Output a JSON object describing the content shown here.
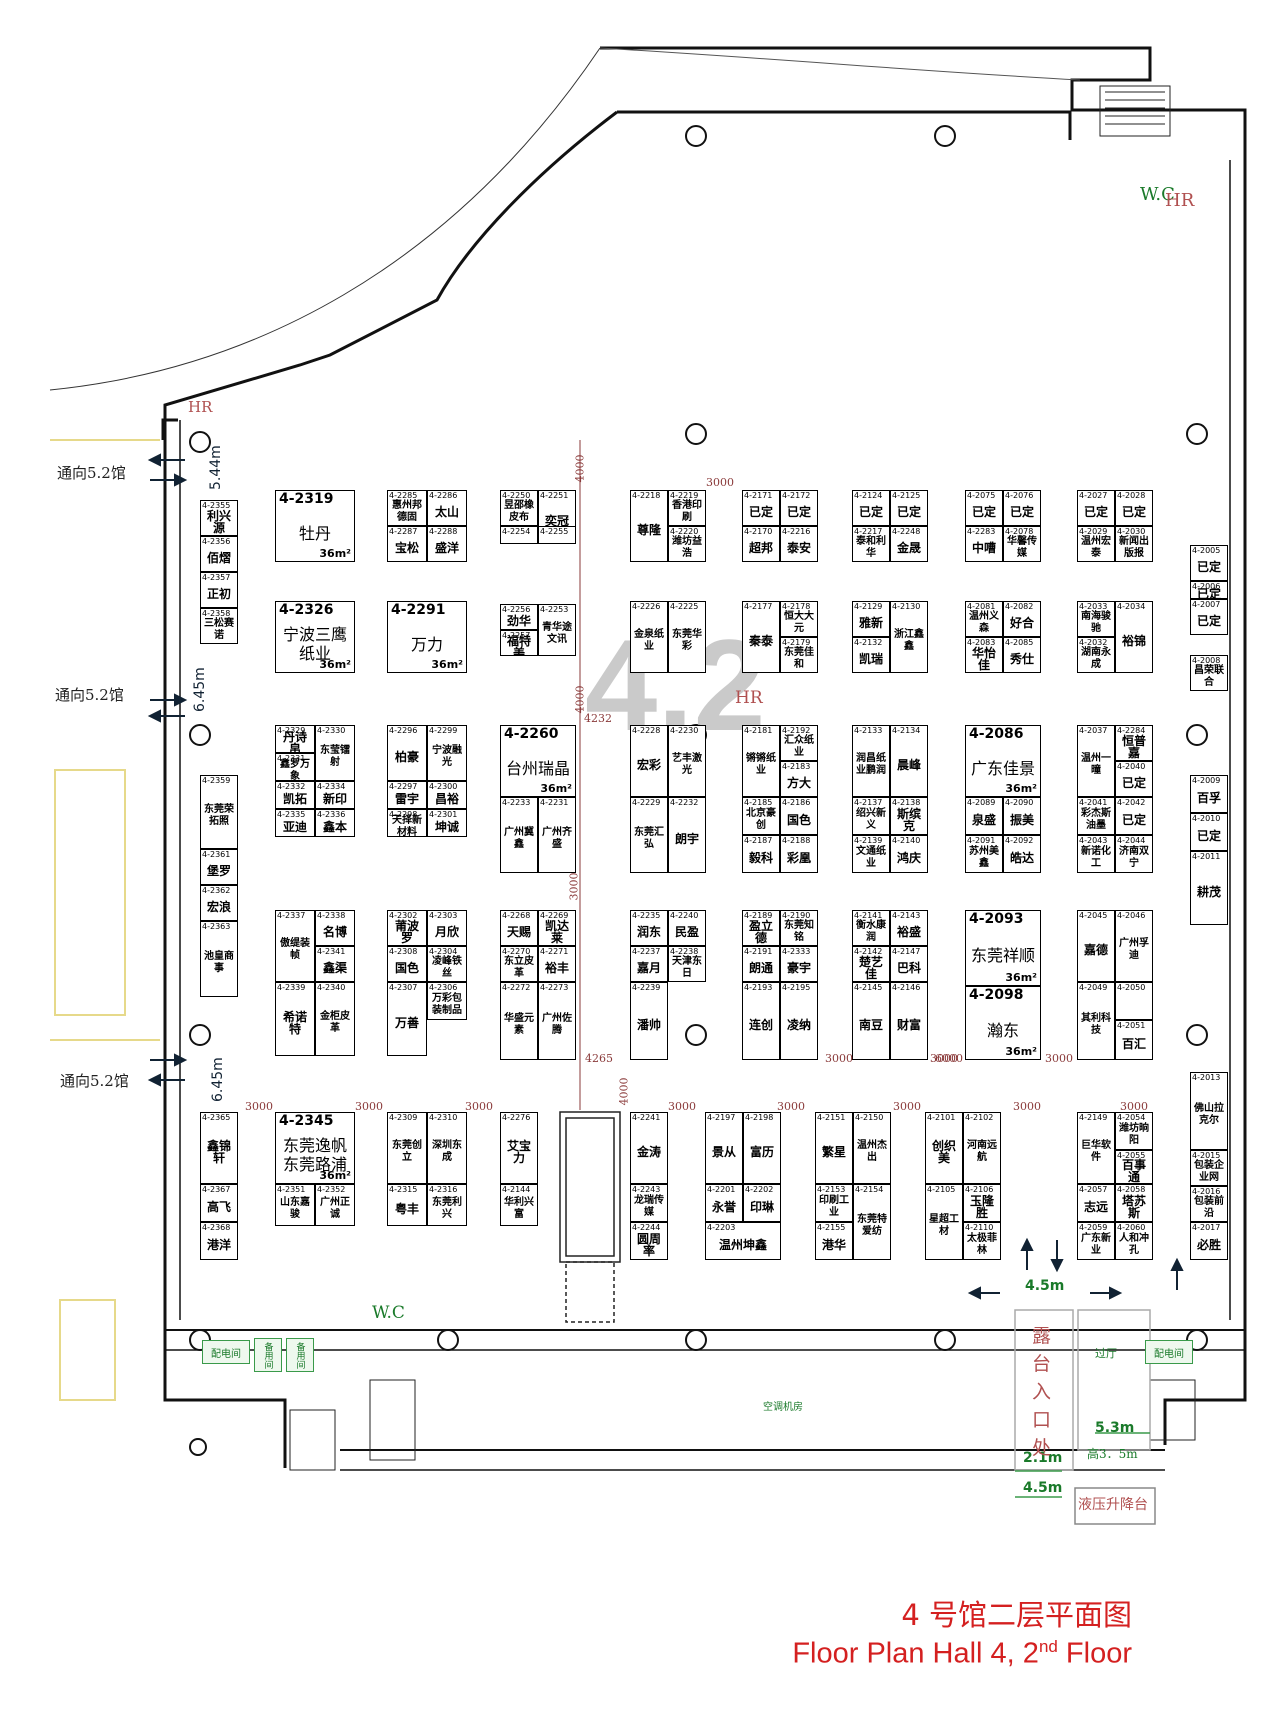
{
  "title": {
    "cn": "4 号馆二层平面图",
    "en_prefix": "Floor Plan Hall 4, 2",
    "en_sup": "nd",
    "en_suffix": " Floor"
  },
  "hall_label": "4.2",
  "passage_labels": [
    "通向5.2馆",
    "通向5.2馆",
    "通向5.2馆"
  ],
  "measurements": {
    "left_1": "5.44m",
    "left_2": "6.45m",
    "left_3": "6.45m",
    "terrace_width": "4.5m",
    "entrance_1": "5.3m",
    "entrance_height": "高3．5m",
    "entrance_2": "2.1m",
    "entrance_3": "4.5m"
  },
  "rooms": {
    "wc_top": "W.C",
    "hr_top": "HR",
    "hr_left": "HR",
    "hr_center": "HR",
    "wc_bottom": "W.C",
    "power_left": "配电间",
    "spare_1": "备用间",
    "spare_2": "备用间",
    "power_right": "配电间",
    "aircon": "空调机房",
    "terrace_entrance": "露台入口处",
    "lobby": "过厅",
    "lift": "液压升降台"
  },
  "dimensions": [
    "3000",
    "4000",
    "4232",
    "4000",
    "3000",
    "4265",
    "4000",
    "3000",
    "3000",
    "3000",
    "3000",
    "3000",
    "3000",
    "3000",
    "3000",
    "6000",
    "3000",
    "3000",
    "3000"
  ],
  "booths": [
    {
      "id": "4-2319",
      "name": "牡丹",
      "area": "36m²"
    },
    {
      "id": "4-2326",
      "name": "宁波三鹰纸业",
      "area": "36m²"
    },
    {
      "id": "4-2291",
      "name": "万力",
      "area": "36m²"
    },
    {
      "id": "4-2285",
      "name": "惠州邦德固"
    },
    {
      "id": "4-2286",
      "name": "太山"
    },
    {
      "id": "4-2287",
      "name": "宝松"
    },
    {
      "id": "4-2288",
      "name": "盛洋"
    },
    {
      "id": "4-2250",
      "name": "昱邵橡皮布"
    },
    {
      "id": "4-2251",
      "name": "奕冠"
    },
    {
      "id": "4-2254",
      "name": ""
    },
    {
      "id": "4-2255",
      "name": ""
    },
    {
      "id": "4-2256",
      "name": "劲华"
    },
    {
      "id": "4-2257",
      "name": "福特美"
    },
    {
      "id": "4-2253",
      "name": "青华途文讯"
    },
    {
      "id": "4-2218",
      "name": "尊隆"
    },
    {
      "id": "4-2219",
      "name": "香港印刷"
    },
    {
      "id": "4-2220",
      "name": "潍坊益浩"
    },
    {
      "id": "4-2171",
      "name": "已定"
    },
    {
      "id": "4-2172",
      "name": "已定"
    },
    {
      "id": "4-2170",
      "name": "超邦"
    },
    {
      "id": "4-2216",
      "name": "泰安"
    },
    {
      "id": "4-2124",
      "name": "已定"
    },
    {
      "id": "4-2125",
      "name": "已定"
    },
    {
      "id": "4-2217",
      "name": "泰和利华"
    },
    {
      "id": "4-2248",
      "name": "金晟"
    },
    {
      "id": "4-2075",
      "name": "已定"
    },
    {
      "id": "4-2076",
      "name": "已定"
    },
    {
      "id": "4-2283",
      "name": "中嘈"
    },
    {
      "id": "4-2078",
      "name": "华馨传媒"
    },
    {
      "id": "4-2027",
      "name": "已定"
    },
    {
      "id": "4-2028",
      "name": "已定"
    },
    {
      "id": "4-2029",
      "name": "温州宏泰"
    },
    {
      "id": "4-2030",
      "name": "新闻出版报"
    },
    {
      "id": "4-2355",
      "name": "利兴源"
    },
    {
      "id": "4-2356",
      "name": "佰熠"
    },
    {
      "id": "4-2357",
      "name": "正初"
    },
    {
      "id": "4-2358",
      "name": "三松赛诺"
    },
    {
      "id": "4-2226",
      "name": "金泉纸业"
    },
    {
      "id": "4-2225",
      "name": "东莞华彩"
    },
    {
      "id": "4-2177",
      "name": "秦泰"
    },
    {
      "id": "4-2178",
      "name": "恒大大元"
    },
    {
      "id": "4-2179",
      "name": "东莞佳和"
    },
    {
      "id": "4-2129",
      "name": "雅新"
    },
    {
      "id": "4-2130",
      "name": "浙江鑫鑫"
    },
    {
      "id": "4-2132",
      "name": "凯瑞"
    },
    {
      "id": "4-2081",
      "name": "温州义森"
    },
    {
      "id": "4-2082",
      "name": "好合"
    },
    {
      "id": "4-2083",
      "name": "华怡佳"
    },
    {
      "id": "4-2085",
      "name": "秀仕"
    },
    {
      "id": "4-2033",
      "name": "南海骏驰"
    },
    {
      "id": "4-2034",
      "name": "裕锦"
    },
    {
      "id": "4-2032",
      "name": "湖南永成"
    },
    {
      "id": "4-2005",
      "name": "已定"
    },
    {
      "id": "4-2006",
      "name": "已定"
    },
    {
      "id": "4-2007",
      "name": "已定"
    },
    {
      "id": "4-2008",
      "name": "昌荣联合"
    },
    {
      "id": "4-2329",
      "name": "丹诗帛"
    },
    {
      "id": "4-2330",
      "name": "东莹镭射"
    },
    {
      "id": "4-2331",
      "name": "鑫罗万象"
    },
    {
      "id": "4-2332",
      "name": "凯拓"
    },
    {
      "id": "4-2334",
      "name": "新印"
    },
    {
      "id": "4-2335",
      "name": "亚迪"
    },
    {
      "id": "4-2336",
      "name": "鑫本"
    },
    {
      "id": "4-2296",
      "name": "柏豪"
    },
    {
      "id": "4-2299",
      "name": "宁波融光"
    },
    {
      "id": "4-2297",
      "name": "雷宇"
    },
    {
      "id": "4-2300",
      "name": "昌裕"
    },
    {
      "id": "4-2298",
      "name": "天择新材料"
    },
    {
      "id": "4-2301",
      "name": "坤诚"
    },
    {
      "id": "4-2260",
      "name": "台州瑞晶",
      "area": "36m²"
    },
    {
      "id": "4-2233",
      "name": "广州冀鑫"
    },
    {
      "id": "4-2231",
      "name": "广州齐盛"
    },
    {
      "id": "4-2228",
      "name": "宏彩"
    },
    {
      "id": "4-2230",
      "name": "艺丰激光"
    },
    {
      "id": "4-2229",
      "name": "东莞汇弘"
    },
    {
      "id": "4-2232",
      "name": "朗宇"
    },
    {
      "id": "4-2181",
      "name": "锵锵纸业"
    },
    {
      "id": "4-2192",
      "name": "汇众纸业"
    },
    {
      "id": "4-2183",
      "name": "方大"
    },
    {
      "id": "4-2185",
      "name": "北京豪创"
    },
    {
      "id": "4-2186",
      "name": "国色"
    },
    {
      "id": "4-2187",
      "name": "毅科"
    },
    {
      "id": "4-2188",
      "name": "彩凰"
    },
    {
      "id": "4-2133",
      "name": "润昌纸业鹏润"
    },
    {
      "id": "4-2134",
      "name": "晨峰"
    },
    {
      "id": "4-2137",
      "name": "绍兴新义"
    },
    {
      "id": "4-2138",
      "name": "斯缤克"
    },
    {
      "id": "4-2139",
      "name": "文通纸业"
    },
    {
      "id": "4-2140",
      "name": "鸿庆"
    },
    {
      "id": "4-2086",
      "name": "广东佳景",
      "area": "36m²"
    },
    {
      "id": "4-2089",
      "name": "泉盛"
    },
    {
      "id": "4-2090",
      "name": "振美"
    },
    {
      "id": "4-2091",
      "name": "苏州美鑫"
    },
    {
      "id": "4-2092",
      "name": "皓达"
    },
    {
      "id": "4-2037",
      "name": "温州一曈"
    },
    {
      "id": "4-2284",
      "name": "恒普嘉"
    },
    {
      "id": "4-2040",
      "name": "已定"
    },
    {
      "id": "4-2041",
      "name": "彩杰斯油墨"
    },
    {
      "id": "4-2042",
      "name": "已定"
    },
    {
      "id": "4-2043",
      "name": "新诺化工"
    },
    {
      "id": "4-2044",
      "name": "济南双宁"
    },
    {
      "id": "4-2009",
      "name": "百孚"
    },
    {
      "id": "4-2010",
      "name": "已定"
    },
    {
      "id": "4-2011",
      "name": "耕茂"
    },
    {
      "id": "4-2359",
      "name": "东莞荣拓照"
    },
    {
      "id": "4-2361",
      "name": "堡罗"
    },
    {
      "id": "4-2362",
      "name": "宏浪"
    },
    {
      "id": "4-2363",
      "name": "池皇商事"
    },
    {
      "id": "4-2337",
      "name": "傲缇装帧"
    },
    {
      "id": "4-2338",
      "name": "名博"
    },
    {
      "id": "4-2341",
      "name": "鑫渠"
    },
    {
      "id": "4-2339",
      "name": "希诺特"
    },
    {
      "id": "4-2340",
      "name": "金柜皮革"
    },
    {
      "id": "4-2302",
      "name": "莆波罗"
    },
    {
      "id": "4-2303",
      "name": "月欣"
    },
    {
      "id": "4-2308",
      "name": "国色"
    },
    {
      "id": "4-2304",
      "name": "凌峰铁丝"
    },
    {
      "id": "4-2307",
      "name": "万善"
    },
    {
      "id": "4-2306",
      "name": "万彩包装制品"
    },
    {
      "id": "4-2268",
      "name": "天赐"
    },
    {
      "id": "4-2269",
      "name": "凯达莱"
    },
    {
      "id": "4-2270",
      "name": "东立皮革"
    },
    {
      "id": "4-2271",
      "name": "裕丰"
    },
    {
      "id": "4-2272",
      "name": "华盛元素"
    },
    {
      "id": "4-2273",
      "name": "广州佐腾"
    },
    {
      "id": "4-2235",
      "name": "润东"
    },
    {
      "id": "4-2240",
      "name": "民盈"
    },
    {
      "id": "4-2237",
      "name": "嘉月"
    },
    {
      "id": "4-2238",
      "name": "天津东日"
    },
    {
      "id": "4-2239",
      "name": "潘帅"
    },
    {
      "id": "4-2189",
      "name": "盈立德"
    },
    {
      "id": "4-2190",
      "name": "东莞知铭"
    },
    {
      "id": "4-2191",
      "name": "朗通"
    },
    {
      "id": "4-2333",
      "name": "豪宇"
    },
    {
      "id": "4-2193",
      "name": "连创"
    },
    {
      "id": "4-2195",
      "name": "凌纳"
    },
    {
      "id": "4-2141",
      "name": "衡水康润"
    },
    {
      "id": "4-2143",
      "name": "裕盛"
    },
    {
      "id": "4-2142",
      "name": "楚艺佳"
    },
    {
      "id": "4-2147",
      "name": "巴科"
    },
    {
      "id": "4-2145",
      "name": "南豆"
    },
    {
      "id": "4-2146",
      "name": "财富"
    },
    {
      "id": "4-2093",
      "name": "东莞祥顺",
      "area": "36m²"
    },
    {
      "id": "4-2098",
      "name": "瀚东",
      "area": "36m²"
    },
    {
      "id": "4-2045",
      "name": "嘉德"
    },
    {
      "id": "4-2046",
      "name": "广州孚迪"
    },
    {
      "id": "4-2049",
      "name": "其利科技"
    },
    {
      "id": "4-2050",
      "name": ""
    },
    {
      "id": "4-2051",
      "name": "百汇"
    },
    {
      "id": "4-2013",
      "name": "佛山拉克尔"
    },
    {
      "id": "4-2015",
      "name": "包装企业网"
    },
    {
      "id": "4-2016",
      "name": "包装前沿"
    },
    {
      "id": "4-2017",
      "name": "必胜"
    },
    {
      "id": "4-2365",
      "name": "鑫锦轩"
    },
    {
      "id": "4-2367",
      "name": "高飞"
    },
    {
      "id": "4-2368",
      "name": "港洋"
    },
    {
      "id": "4-2345",
      "name": "东莞逸帆东莞路浦",
      "area": "36m²"
    },
    {
      "id": "4-2351",
      "name": "山东嘉骏"
    },
    {
      "id": "4-2352",
      "name": "广州正诚"
    },
    {
      "id": "4-2309",
      "name": "东莞创立"
    },
    {
      "id": "4-2310",
      "name": "深圳东成"
    },
    {
      "id": "4-2315",
      "name": "粤丰"
    },
    {
      "id": "4-2316",
      "name": "东莞利兴"
    },
    {
      "id": "4-2276",
      "name": "艾宝力"
    },
    {
      "id": "4-2144",
      "name": "华利兴富"
    },
    {
      "id": "4-2241",
      "name": "金涛"
    },
    {
      "id": "4-2243",
      "name": "龙瑞传媒"
    },
    {
      "id": "4-2244",
      "name": "圆周率"
    },
    {
      "id": "4-2197",
      "name": "景从"
    },
    {
      "id": "4-2198",
      "name": "富历"
    },
    {
      "id": "4-2201",
      "name": "永誉"
    },
    {
      "id": "4-2202",
      "name": "印琳"
    },
    {
      "id": "4-2203",
      "name": "温州坤鑫"
    },
    {
      "id": "4-2151",
      "name": "繁星"
    },
    {
      "id": "4-2150",
      "name": "温州杰出"
    },
    {
      "id": "4-2153",
      "name": "印刷工业"
    },
    {
      "id": "4-2154",
      "name": "东莞特爱纺"
    },
    {
      "id": "4-2155",
      "name": "港华"
    },
    {
      "id": "4-2101",
      "name": "创织美"
    },
    {
      "id": "4-2102",
      "name": "河南远航"
    },
    {
      "id": "4-2105",
      "name": "星超工材"
    },
    {
      "id": "4-2106",
      "name": "玉隆胜"
    },
    {
      "id": "4-2110",
      "name": "太极菲林"
    },
    {
      "id": "4-2149",
      "name": "巨华软件"
    },
    {
      "id": "4-2054",
      "name": "潍坊晌阳"
    },
    {
      "id": "4-2055",
      "name": "百事通"
    },
    {
      "id": "4-2057",
      "name": "志远"
    },
    {
      "id": "4-2058",
      "name": "塔苏斯"
    },
    {
      "id": "4-2059",
      "name": "广东新业"
    },
    {
      "id": "4-2060",
      "name": "人和冲孔"
    }
  ]
}
